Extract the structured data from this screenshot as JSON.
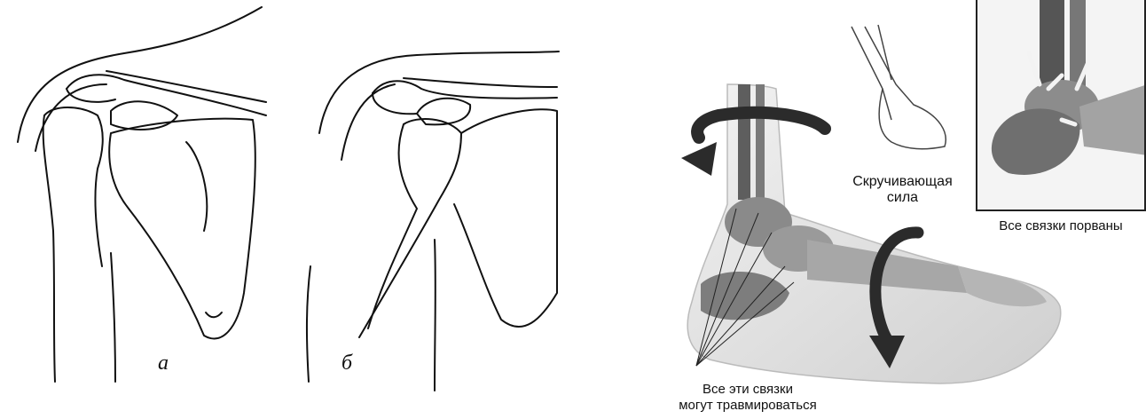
{
  "shoulder": {
    "label_a": "а",
    "label_b": "б"
  },
  "ankle": {
    "twisting_force": "Скручивающая\nсила",
    "inset_caption": "Все связки порваны",
    "ligaments_caption": "Все эти связки\nмогут травмироваться"
  },
  "colors": {
    "ink": "#111111",
    "bone_light": "#e6e6e6",
    "bone_mid": "#a9a9a9",
    "bone_dark": "#555555",
    "arrow": "#2b2b2b"
  }
}
